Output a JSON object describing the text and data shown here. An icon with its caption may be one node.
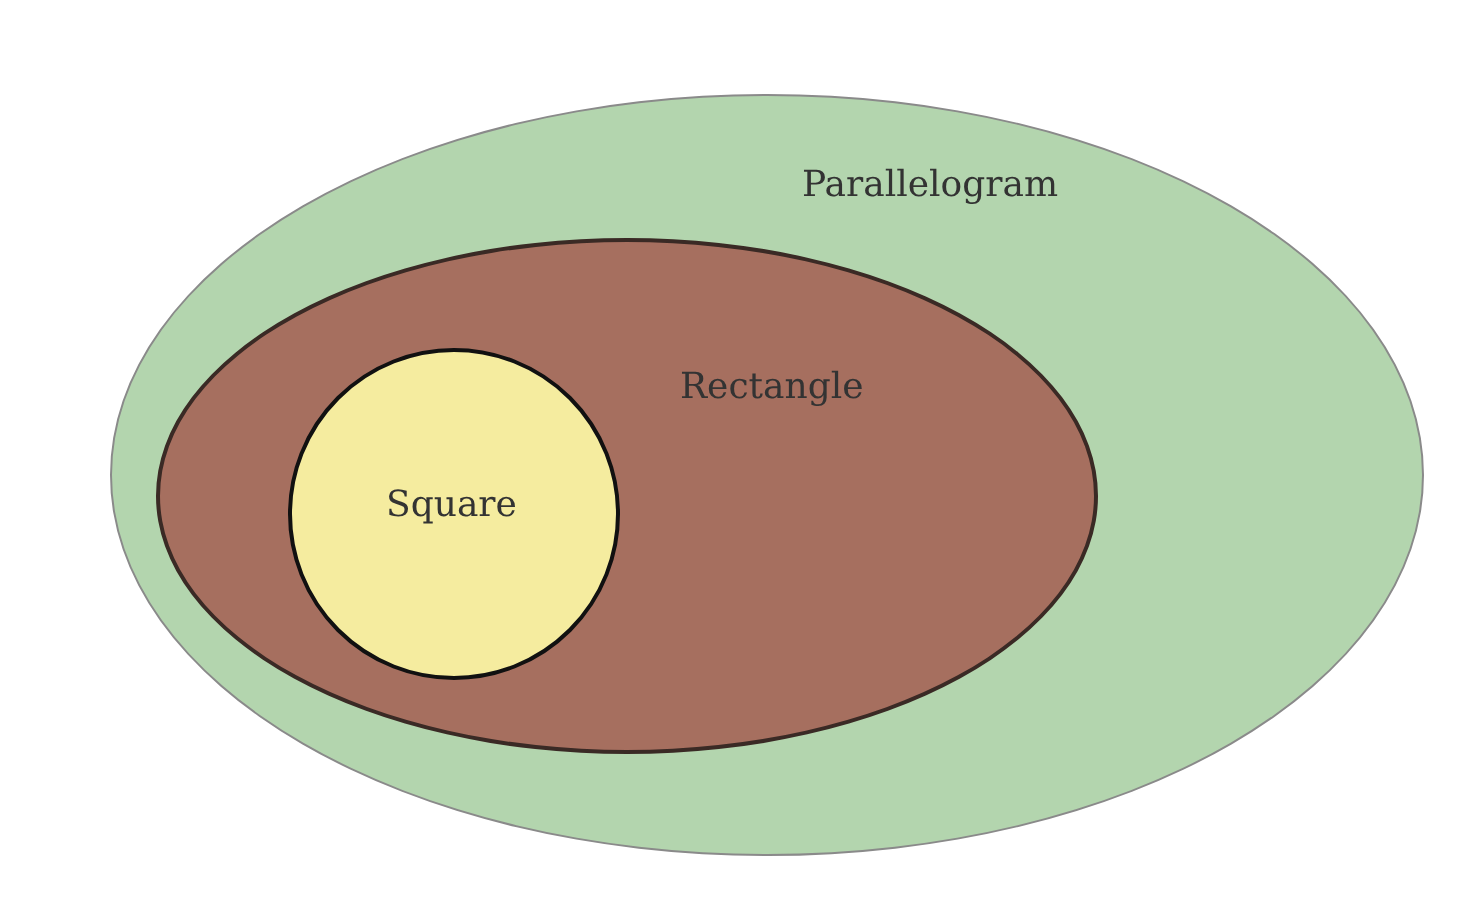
{
  "diagram": {
    "nodes": [
      {
        "text": [
          "Parallelogram"
        ]
      },
      {
        "text": [
          "Rectangle"
        ],
        "in": 0
      },
      {
        "text": [
          "Square"
        ],
        "in": 1
      }
    ]
  }
}
